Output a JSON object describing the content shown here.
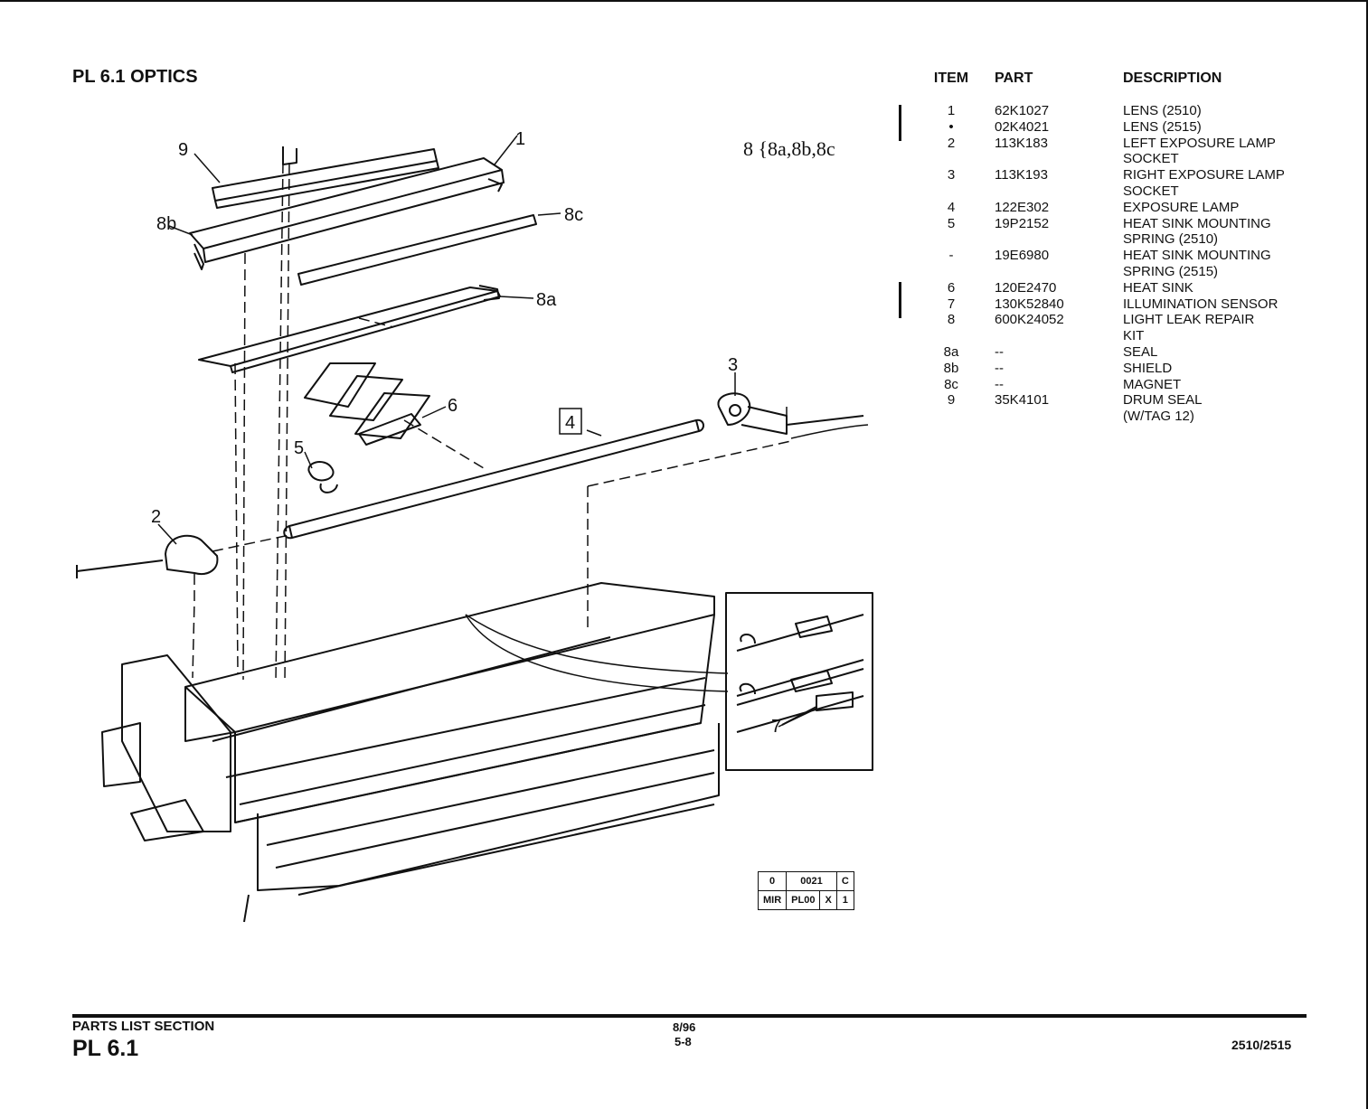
{
  "page": {
    "title": "PL 6.1 OPTICS",
    "kit_label": "8 {8a,8b,8c"
  },
  "callouts": [
    "9",
    "1",
    "8b",
    "8c",
    "8a",
    "3",
    "6",
    "4",
    "5",
    "2",
    "7"
  ],
  "table": {
    "headers": {
      "item": "ITEM",
      "part": "PART",
      "description": "DESCRIPTION"
    },
    "rows": [
      {
        "item": "1",
        "part": "62K1027",
        "description": "LENS (2510)",
        "revised": true
      },
      {
        "item": "•",
        "part": "02K4021",
        "description": "LENS (2515)",
        "revised": true
      },
      {
        "item": "2",
        "part": "113K183",
        "description": "LEFT EXPOSURE LAMP\nSOCKET",
        "revised": false
      },
      {
        "item": "3",
        "part": "113K193",
        "description": "RIGHT EXPOSURE LAMP\nSOCKET",
        "revised": false
      },
      {
        "item": "4",
        "part": "122E302",
        "description": "EXPOSURE LAMP",
        "revised": false
      },
      {
        "item": "5",
        "part": "19P2152",
        "description": "HEAT SINK MOUNTING\nSPRING (2510)",
        "revised": false
      },
      {
        "item": "-",
        "part": "19E6980",
        "description": "HEAT SINK MOUNTING\nSPRING (2515)",
        "revised": false
      },
      {
        "item": "6",
        "part": "120E2470",
        "description": "HEAT SINK",
        "revised": true
      },
      {
        "item": "7",
        "part": "130K52840",
        "description": "ILLUMINATION SENSOR",
        "revised": true
      },
      {
        "item": "8",
        "part": "600K24052",
        "description": "LIGHT LEAK REPAIR\nKIT",
        "revised": false
      },
      {
        "item": "8a",
        "part": "--",
        "description": "SEAL",
        "revised": false
      },
      {
        "item": "8b",
        "part": "--",
        "description": "SHIELD",
        "revised": false
      },
      {
        "item": "8c",
        "part": "--",
        "description": "MAGNET",
        "revised": false
      },
      {
        "item": "9",
        "part": "35K4101",
        "description": "DRUM SEAL\n(W/TAG 12)",
        "revised": false
      }
    ]
  },
  "revision_box": {
    "row1": [
      "0",
      "0021",
      "C"
    ],
    "row2": [
      "MIR",
      "PL00",
      "X",
      "1"
    ]
  },
  "footer": {
    "section": "PARTS LIST SECTION",
    "pl": "PL 6.1",
    "date": "8/96",
    "page": "5-8",
    "model": "2510/2515"
  }
}
